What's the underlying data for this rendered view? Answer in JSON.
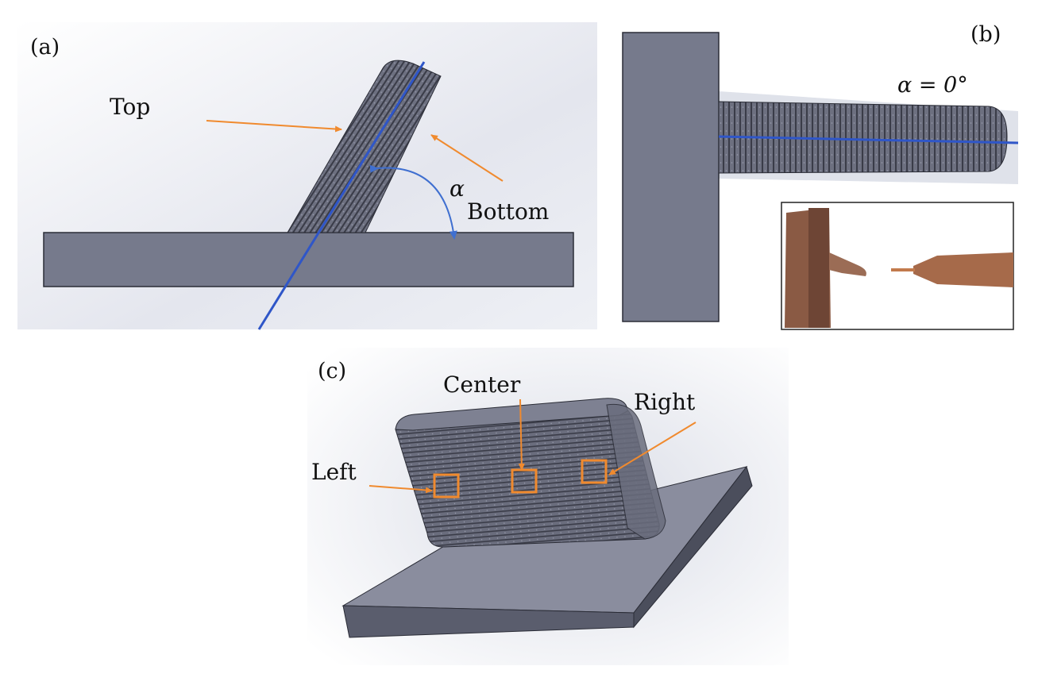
{
  "panels": {
    "a": {
      "label": "(a)",
      "labels": {
        "top": "Top",
        "bottom": "Bottom",
        "angle": "α"
      }
    },
    "b": {
      "label": "(b)",
      "angle_text": "α = 0°"
    },
    "c": {
      "label": "(c)",
      "labels": {
        "left": "Left",
        "center": "Center",
        "right": "Right"
      }
    }
  },
  "colors": {
    "solid": "#767a8c",
    "solid_dark": "#5a5d6d",
    "solid_edge": "#2a2c36",
    "axis_line": "#2f56c8",
    "arrow": "#f08a2e",
    "angle_arc": "#3f6fd0",
    "background_gray": "#e9ebf2",
    "photo_bg": "#ffffff",
    "copper": "#a66a4a"
  }
}
